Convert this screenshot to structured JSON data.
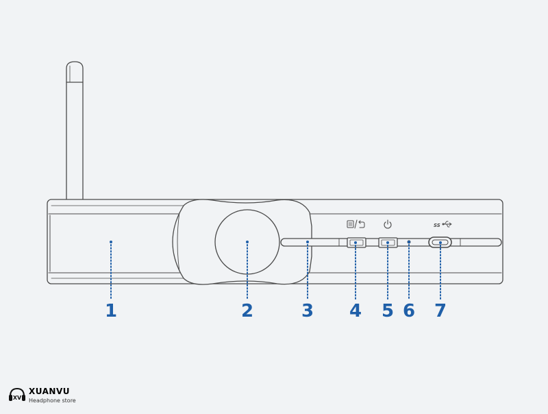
{
  "colors": {
    "background": "#f1f3f5",
    "outline": "#4a4a4a",
    "accent": "#1f5fa8",
    "logo": "#111111"
  },
  "callouts": [
    {
      "number": "1"
    },
    {
      "number": "2"
    },
    {
      "number": "3"
    },
    {
      "number": "4"
    },
    {
      "number": "5"
    },
    {
      "number": "6"
    },
    {
      "number": "7"
    }
  ],
  "port_labels": {
    "usb": "SS"
  },
  "logo": {
    "name": "XUANVU",
    "tagline": "Headphone store",
    "mark": "XV"
  }
}
